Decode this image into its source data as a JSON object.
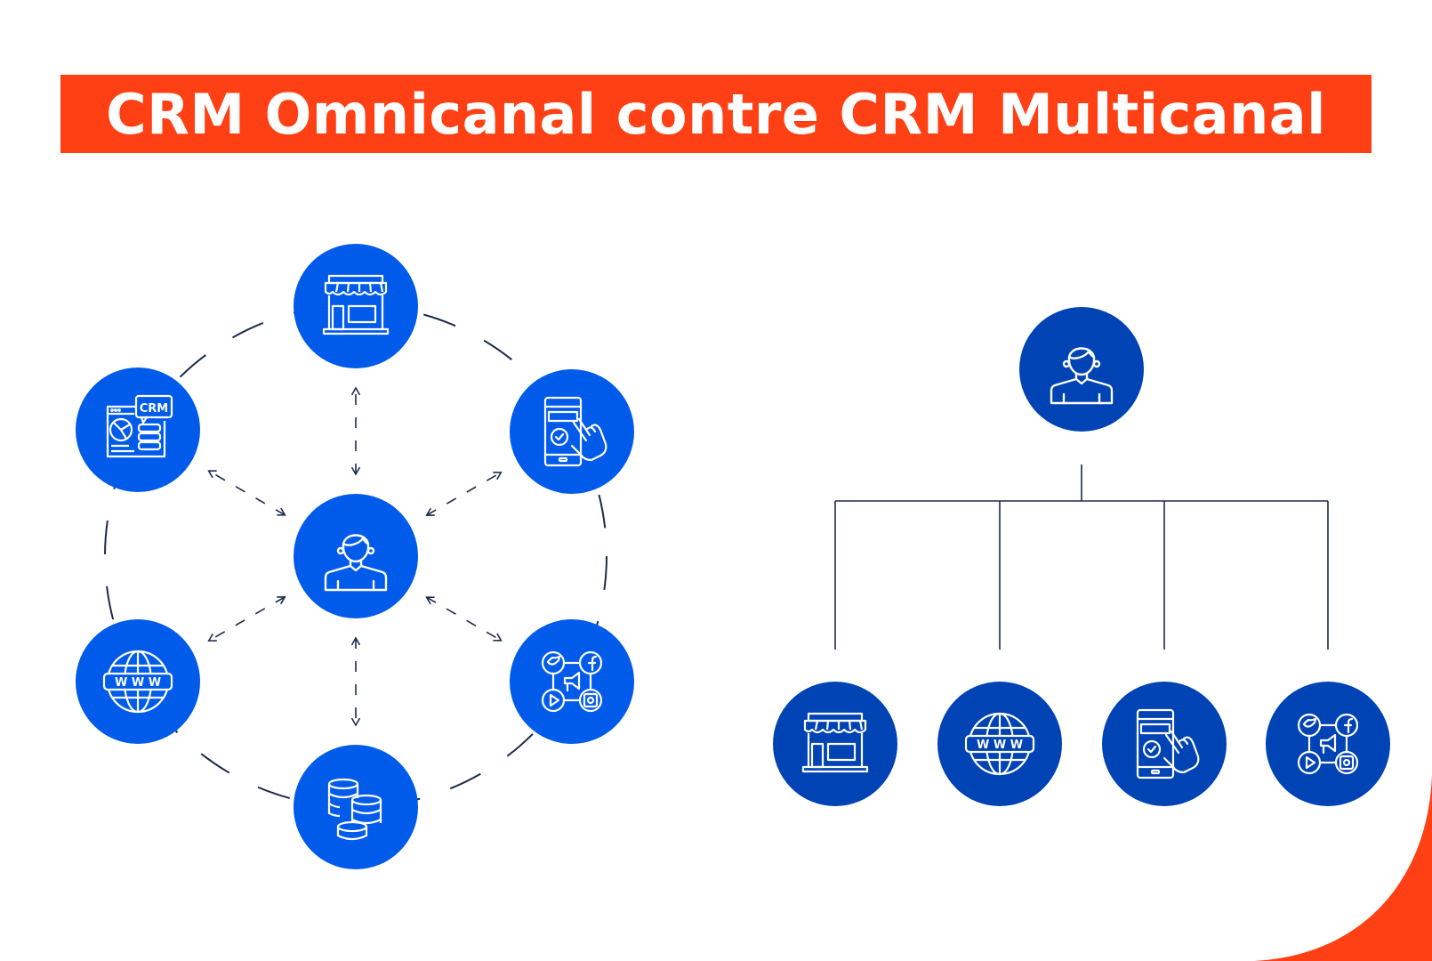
{
  "title": "CRM Omnicanal contre CRM Multicanal",
  "colors": {
    "accent": "#FF4014",
    "omnichannel_node": "#005BEA",
    "multichannel_node": "#0043B5",
    "line": "#1B2B4B",
    "icon": "#FFFFFF"
  },
  "omnichannel": {
    "center": {
      "icon": "customer-icon"
    },
    "nodes": [
      {
        "icon": "store-icon"
      },
      {
        "icon": "mobile-app-icon"
      },
      {
        "icon": "social-media-icon"
      },
      {
        "icon": "database-icon"
      },
      {
        "icon": "website-icon"
      },
      {
        "icon": "crm-dashboard-icon"
      }
    ]
  },
  "multichannel": {
    "root": {
      "icon": "customer-icon"
    },
    "children": [
      {
        "icon": "store-icon"
      },
      {
        "icon": "website-icon"
      },
      {
        "icon": "mobile-app-icon"
      },
      {
        "icon": "social-media-icon"
      }
    ]
  },
  "icon_text": {
    "crm": "CRM",
    "www": "W W W"
  }
}
